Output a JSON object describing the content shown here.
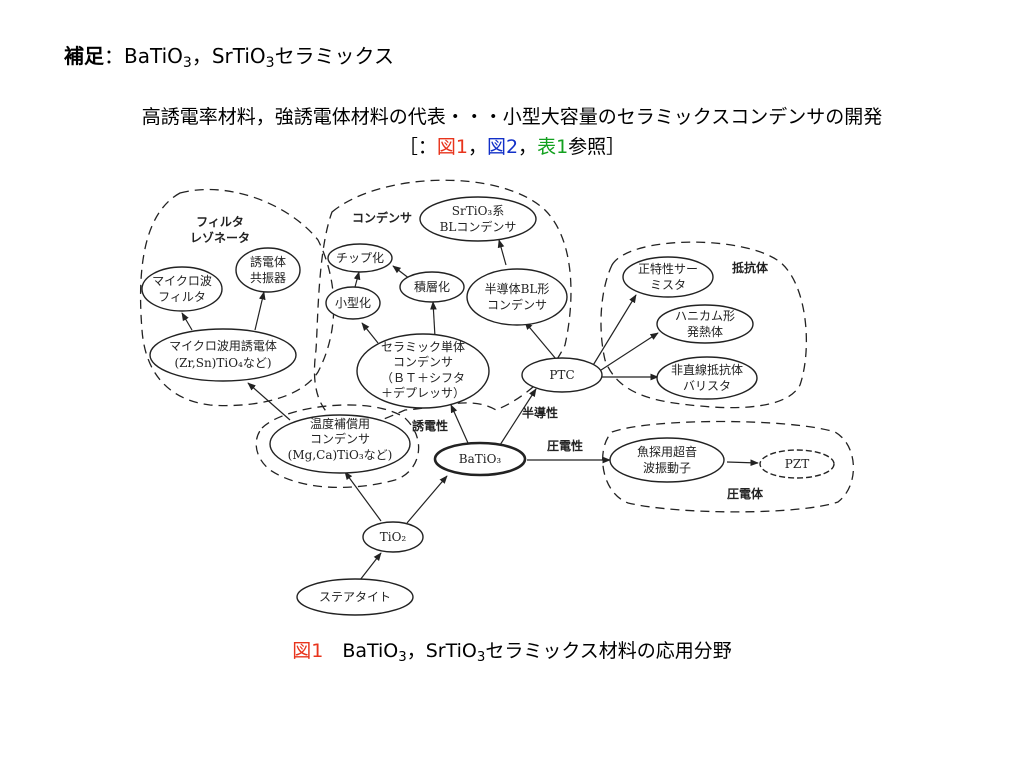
{
  "heading": {
    "label": "補足",
    "sep": "：",
    "ba": "BaTiO",
    "ba_sub": "3",
    "comma": "，",
    "sr": "SrTiO",
    "sr_sub": "3",
    "tail": "セラミックス"
  },
  "subtitle": "高誘電率材料，強誘電体材料の代表・・・小型大容量のセラミックスコンデンサの開発",
  "refs": {
    "open": "［：",
    "fig1": "図1",
    "c1": "，",
    "fig2": "図2",
    "c2": "，",
    "table1": "表1",
    "close": "参照］"
  },
  "diagram": {
    "groups": {
      "filter": [
        "フィルタ",
        "レゾネータ"
      ],
      "condenser": "コンデンサ",
      "resistor": "抵抗体",
      "piezo_body": "圧電体"
    },
    "edge_labels": {
      "dielectric": "誘電性",
      "semiconductive": "半導性",
      "piezoelectric": "圧電性"
    },
    "nodes": {
      "srtio3_bl": [
        "SrTiO₃系",
        "BLコンデンサ"
      ],
      "chip": "チップ化",
      "laminate": "積層化",
      "mini": "小型化",
      "semi_bl": [
        "半導体BL形",
        "コンデンサ"
      ],
      "ceramic_single": [
        "セラミック単体",
        "コンデンサ",
        "（ＢＴ＋シフタ",
        "＋デプレッサ）"
      ],
      "microwave_filter": [
        "マイクロ波",
        "フィルタ"
      ],
      "dielectric_resonator": [
        "誘電体",
        "共振器"
      ],
      "microwave_dielectric": [
        "マイクロ波用誘電体",
        "(Zr,Sn)TiO₄など)"
      ],
      "temp_comp": [
        "温度補償用",
        "コンデンサ",
        "(Mg,Ca)TiO₃など)"
      ],
      "batio3": "BaTiO₃",
      "ptc": "PTC",
      "ptc_thermistor": [
        "正特性サー",
        "ミスタ"
      ],
      "honeycomb": [
        "ハニカム形",
        "発熱体"
      ],
      "nonlinear": [
        "非直線抵抗体",
        "バリスタ"
      ],
      "fish_finder": [
        "魚探用超音",
        "波振動子"
      ],
      "pzt": "PZT",
      "tio2": "TiO₂",
      "steatite": "ステアタイト"
    }
  },
  "caption": {
    "fig": "図1",
    "ba": "BaTiO",
    "ba_sub": "3",
    "comma": "，",
    "sr": "SrTiO",
    "sr_sub": "3",
    "tail": "セラミックス材料の応用分野"
  }
}
